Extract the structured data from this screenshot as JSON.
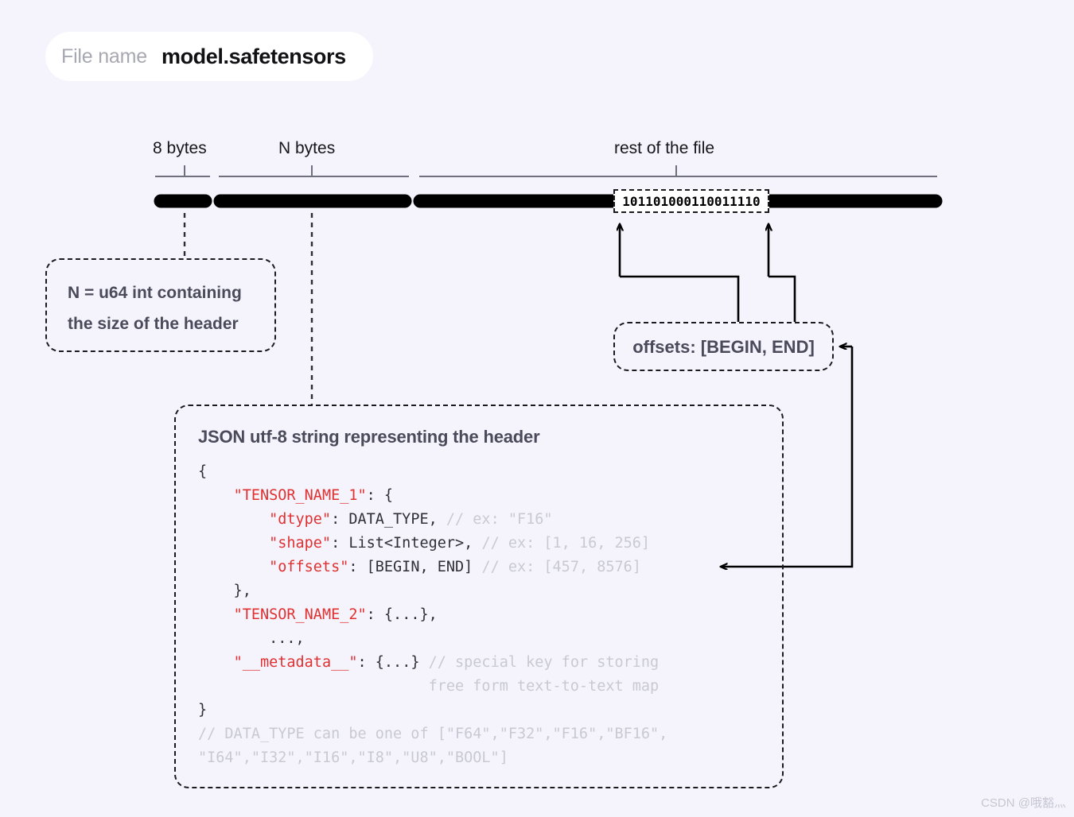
{
  "file": {
    "label": "File name",
    "value": "model.safetensors"
  },
  "ruler": {
    "segments": [
      {
        "label": "8 bytes"
      },
      {
        "label": "N bytes"
      },
      {
        "label": "rest of the file"
      }
    ]
  },
  "binary_chip": {
    "value": "101101000110011110"
  },
  "callouts": {
    "header_size": {
      "line1": "N = u64 int containing",
      "line2": "the size of the header"
    },
    "offsets": {
      "text": "offsets: [BEGIN, END]"
    }
  },
  "json_panel": {
    "title": "JSON utf-8 string representing the header",
    "lines": [
      {
        "id": "l0",
        "text": "{"
      },
      {
        "id": "l1",
        "text": "    \"TENSOR_NAME_1\": {"
      },
      {
        "id": "l2",
        "text": "        \"dtype\": DATA_TYPE, // ex: \"F16\""
      },
      {
        "id": "l3",
        "text": "        \"shape\": List<Integer>, // ex: [1, 16, 256]"
      },
      {
        "id": "l4",
        "text": "        \"offsets\": [BEGIN, END] // ex: [457, 8576]"
      },
      {
        "id": "l5",
        "text": "    },"
      },
      {
        "id": "l6",
        "text": "    \"TENSOR_NAME_2\": {...},"
      },
      {
        "id": "l7",
        "text": "        ...,"
      },
      {
        "id": "l8",
        "text": "    \"__metadata__\": {...} // special key for storing"
      },
      {
        "id": "l9",
        "text": "                          free form text-to-text map"
      },
      {
        "id": "l10",
        "text": "}"
      },
      {
        "id": "l11",
        "text": "// DATA_TYPE can be one of [\"F64\",\"F32\",\"F16\",\"BF16\","
      },
      {
        "id": "l12",
        "text": "\"I64\",\"I32\",\"I16\",\"I8\",\"U8\",\"BOOL\"]"
      }
    ],
    "keys": [
      "\"TENSOR_NAME_1\"",
      "\"dtype\"",
      "\"shape\"",
      "\"offsets\"",
      "\"TENSOR_NAME_2\"",
      "\"__metadata__\""
    ],
    "comments": [
      "// ex: \"F16\"",
      "// ex: [1, 16, 256]",
      "// ex: [457, 8576]",
      "// special key for storing",
      "free form text-to-text map",
      "// DATA_TYPE can be one of [\"F64\",\"F32\",\"F16\",\"BF16\",",
      "\"I64\",\"I32\",\"I16\",\"I8\",\"U8\",\"BOOL\"]"
    ],
    "data_types": [
      "F64",
      "F32",
      "F16",
      "BF16",
      "I64",
      "I32",
      "I16",
      "I8",
      "U8",
      "BOOL"
    ]
  },
  "watermark": {
    "text": "CSDN @哦豁灬"
  },
  "colors": {
    "background": "#f5f4fd",
    "bar": "#000000",
    "key": "#e03131",
    "comment": "#c9c9d4",
    "callout_text": "#4a4a5a",
    "ruler": "#6f6f7d"
  }
}
